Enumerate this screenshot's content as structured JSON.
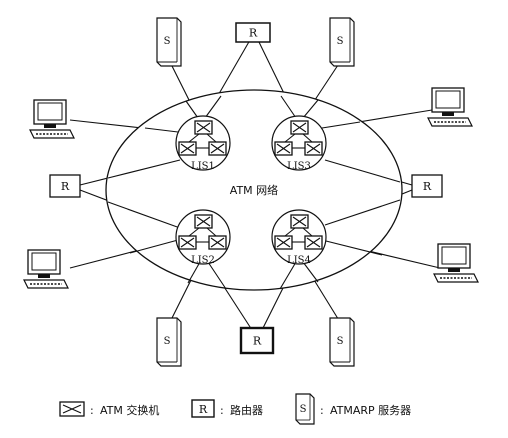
{
  "diagram": {
    "network_label": "ATM 网络",
    "lis_labels": [
      "LIS1",
      "LIS2",
      "LIS3",
      "LIS4"
    ],
    "router_letter": "R",
    "server_letter": "S"
  },
  "legend": {
    "switch_text": "ATM 交换机",
    "router_text": "路由器",
    "server_text": "ATMARP 服务器",
    "separator": ":"
  }
}
